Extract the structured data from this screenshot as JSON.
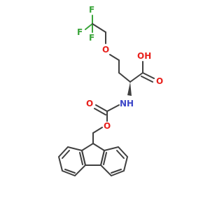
{
  "molecule": {
    "atom_labels": {
      "f_top": "F",
      "f_left": "F",
      "f_bottom": "F",
      "o_ether": "O",
      "oh": "OH",
      "o_carbonyl_acid": "O",
      "nh": "NH",
      "o_carbonyl_carbamate": "O",
      "o_ester": "O"
    },
    "colors": {
      "carbon": "#404040",
      "oxygen": "#e8211d",
      "nitrogen": "#3c46c8",
      "fluorine": "#3aa53a"
    }
  }
}
